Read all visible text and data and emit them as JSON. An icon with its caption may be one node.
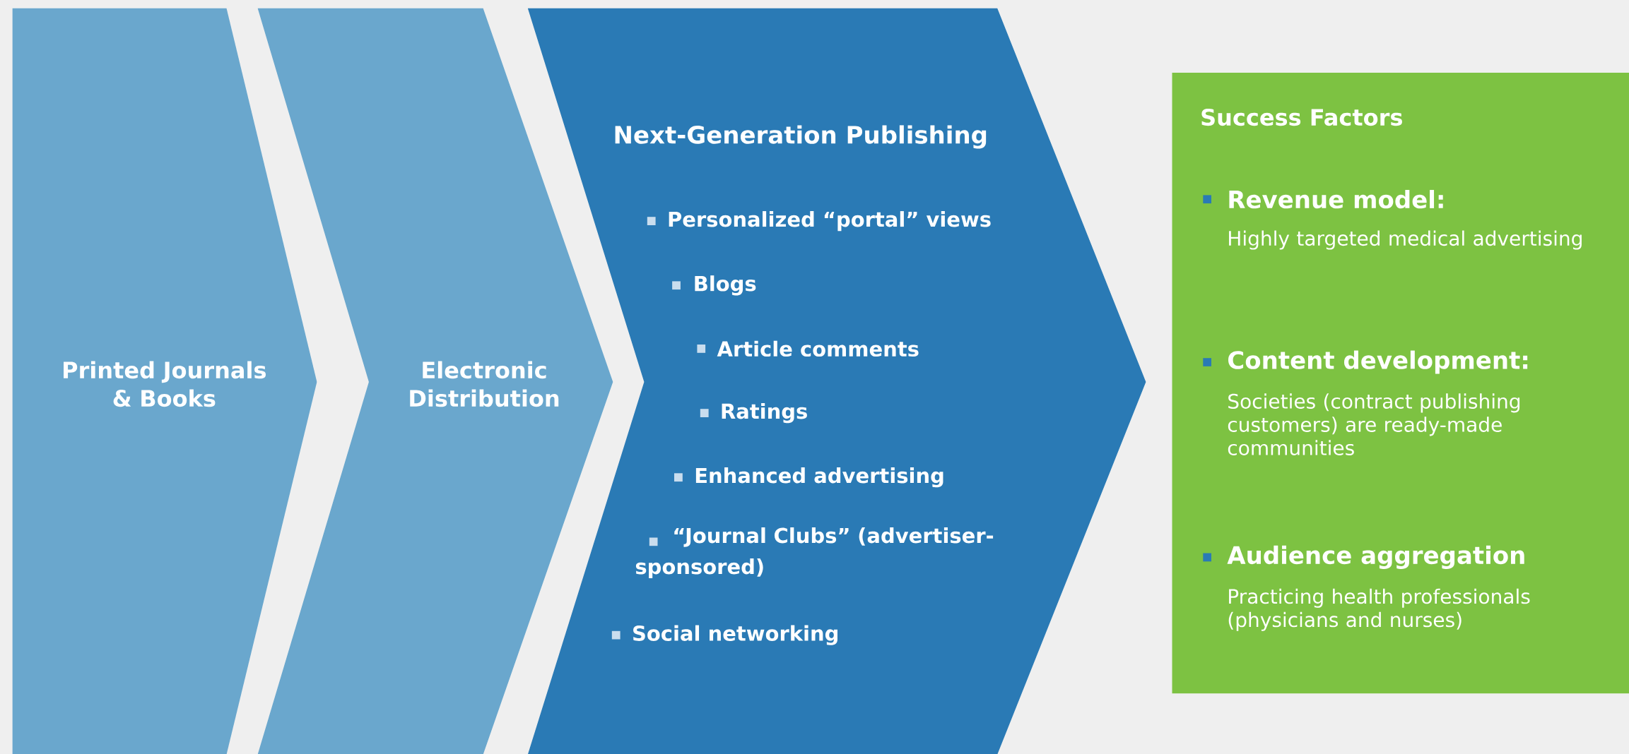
{
  "diagram": {
    "nodes": [
      {
        "text": [
          "Printed Journals & Books"
        ]
      },
      {
        "text": [
          "Electronic Distribution"
        ]
      },
      {
        "text": [
          "Next-Generation Publishing",
          "Personalized “portal” views",
          "Blogs",
          "Article comments",
          "Ratings",
          "Enhanced advertising",
          "“Journal Clubs” (advertiser-sponsored)",
          "Social networking"
        ]
      },
      {
        "text": [
          "Success Factors",
          "Revenue model:",
          "Highly targeted medical advertising",
          "Content development:",
          "Societies (contract publishing customers) are ready-made communities",
          "Audience aggregation",
          "Practicing health professionals (physicians and nurses)"
        ]
      }
    ]
  }
}
